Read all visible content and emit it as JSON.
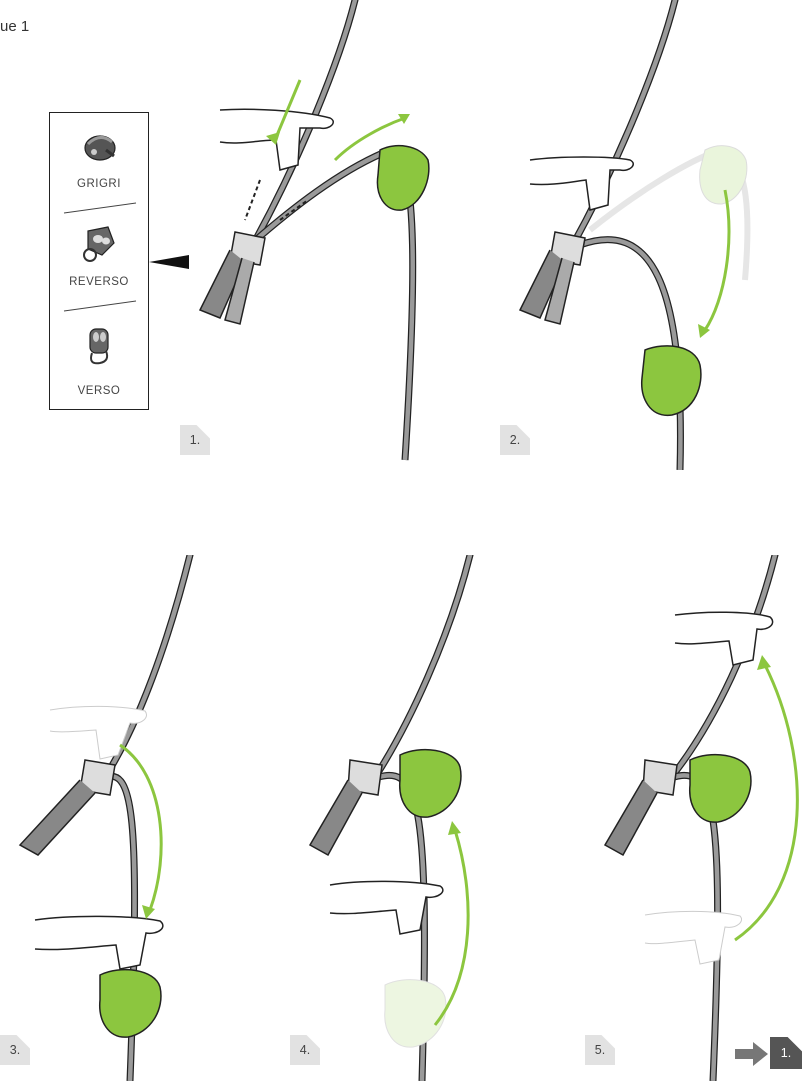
{
  "header": {
    "title_fragment": "ue 1"
  },
  "devices": [
    {
      "name": "GRIGRI",
      "icon": "grigri-device-icon"
    },
    {
      "name": "REVERSO",
      "icon": "reverso-device-icon"
    },
    {
      "name": "VERSO",
      "icon": "verso-device-icon"
    }
  ],
  "steps": [
    "1.",
    "2.",
    "3.",
    "4.",
    "5."
  ],
  "next": {
    "label": "1."
  },
  "colors": {
    "accent_green": "#8cc63f",
    "rope": "#9a9a9a",
    "outline": "#222222"
  }
}
